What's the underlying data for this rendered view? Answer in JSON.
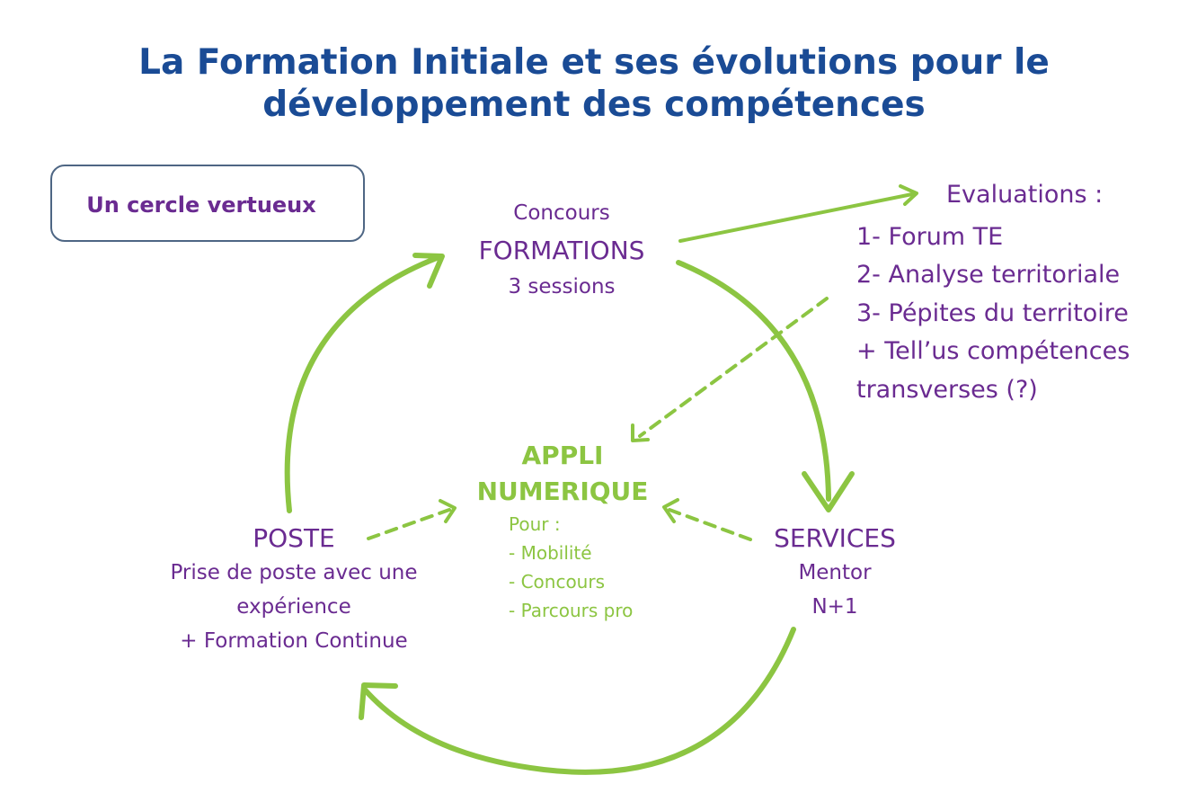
{
  "title": {
    "line1": "La Formation Initiale et ses évolutions pour le",
    "line2": "développement des compétences"
  },
  "badge": {
    "label": "Un cercle vertueux"
  },
  "formations": {
    "top": "Concours",
    "main": "FORMATIONS",
    "bottom": "3 sessions"
  },
  "evaluations": {
    "header": "Evaluations :",
    "items": [
      "1- Forum TE",
      "2- Analyse territoriale",
      "3- Pépites du territoire",
      "+ Tell’us compétences",
      "transverses (?)"
    ]
  },
  "appli": {
    "line1": "APPLI",
    "line2": "NUMERIQUE",
    "pour": "Pour :",
    "items": [
      "- Mobilité",
      "- Concours",
      "- Parcours pro"
    ]
  },
  "poste": {
    "title": "POSTE",
    "lines": [
      "Prise de poste avec une",
      "expérience",
      "+ Formation Continue"
    ]
  },
  "services": {
    "title": "SERVICES",
    "lines": [
      "Mentor",
      "N+1"
    ]
  },
  "colors": {
    "title": "#1a4b95",
    "purple": "#6a2b91",
    "green": "#8cc542",
    "badge_border": "#4e6684"
  }
}
